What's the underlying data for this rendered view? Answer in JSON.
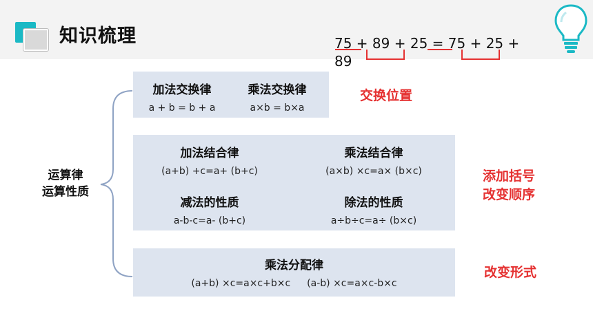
{
  "header": {
    "title": "知识梳理",
    "equation": "75 + 89 + 25 = 75 + 25 + 89"
  },
  "side_label": {
    "line1": "运算律",
    "line2": "运算性质"
  },
  "groups": {
    "exchange": {
      "add": {
        "name": "加法交换律",
        "formula": "a + b = b + a"
      },
      "mul": {
        "name": "乘法交换律",
        "formula": "a×b = b×a"
      }
    },
    "assoc": {
      "add": {
        "name": "加法结合律",
        "formula": "(a+b) +c=a+ (b+c)"
      },
      "mul": {
        "name": "乘法结合律",
        "formula": "(a×b) ×c=a× (b×c)"
      },
      "sub": {
        "name": "减法的性质",
        "formula": "a-b-c=a- (b+c)"
      },
      "div": {
        "name": "除法的性质",
        "formula": "a÷b÷c=a÷ (b×c)"
      }
    },
    "distrib": {
      "name": "乘法分配律",
      "formula1": "(a+b) ×c=a×c+b×c",
      "formula2": "(a-b) ×c=a×c-b×c"
    }
  },
  "notes": {
    "exchange": "交换位置",
    "assoc_line1": "添加括号",
    "assoc_line2": "改变顺序",
    "distrib": "改变形式"
  },
  "colors": {
    "accent": "#1bb9c5",
    "box": "#dde4ef",
    "note": "#e53131",
    "bracket": "#e53131",
    "header_band": "#f3f3f3"
  }
}
